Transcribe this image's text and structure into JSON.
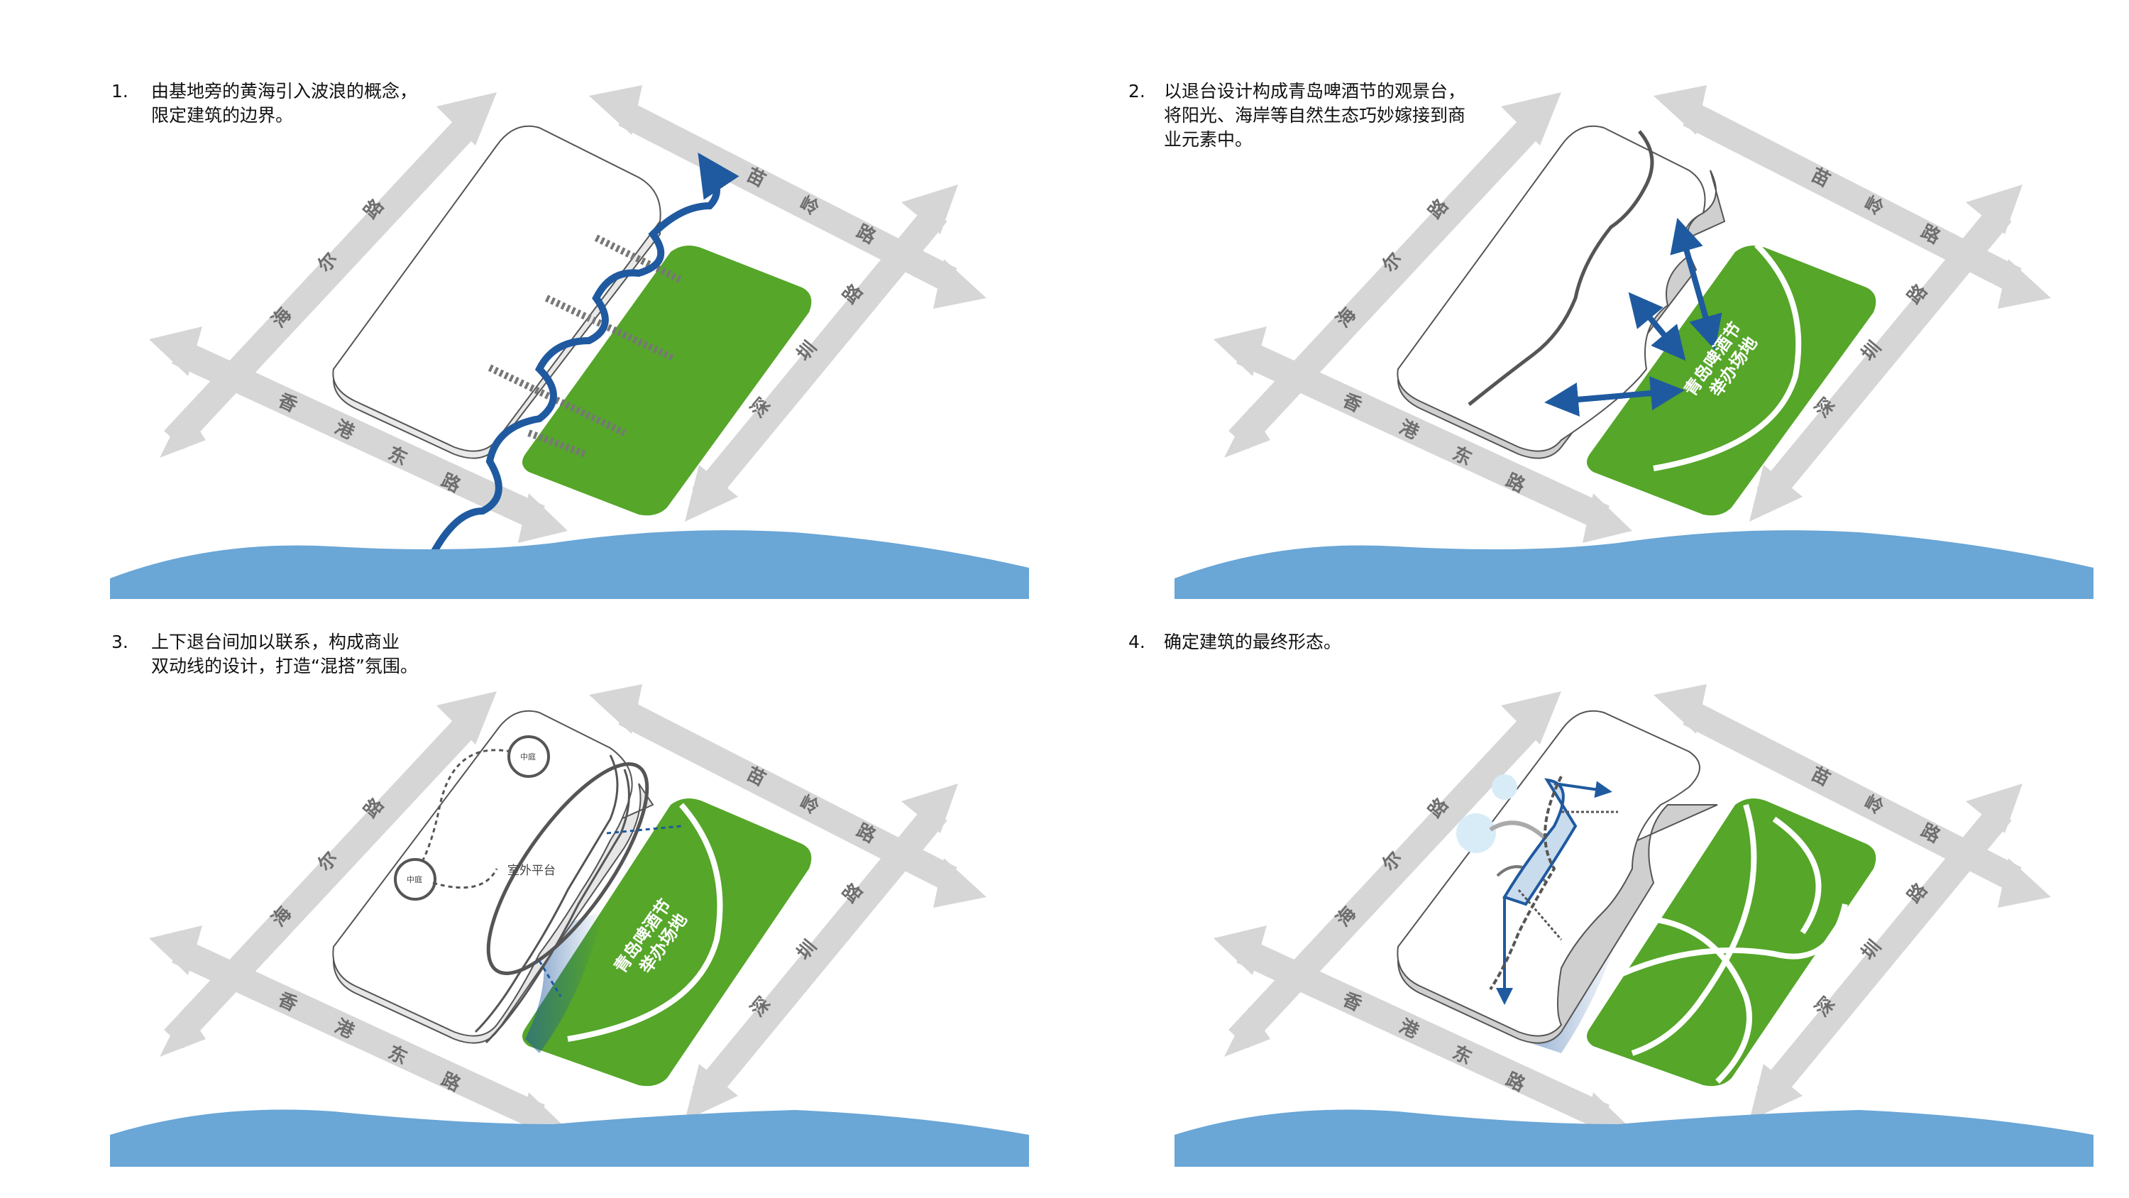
{
  "colors": {
    "sea": "#6aa6d6",
    "green": "#55a629",
    "road_arrow": "#d6d6d6",
    "road_text": "#6e6e6e",
    "wave_blue": "#1f5aa0",
    "building": "#ffffff",
    "outline": "#555555"
  },
  "roads": {
    "haier": "海尔路",
    "xianggang": "香港东路",
    "miaoling": "苗岭路",
    "shenzhen": "深圳路"
  },
  "panels": [
    {
      "number": "1.",
      "caption": "由基地旁的黄海引入波浪的概念，\n限定建筑的边界。"
    },
    {
      "number": "2.",
      "caption": "以退台设计构成青岛啤酒节的观景台，\n将阳光、海岸等自然生态巧妙嫁接到商\n业元素中。",
      "field_label": [
        "青岛啤酒节",
        "举办场地"
      ]
    },
    {
      "number": "3.",
      "caption": "上下退台间加以联系，构成商业\n双动线的设计，打造“混搭”氛围。",
      "field_label": [
        "青岛啤酒节",
        "举办场地"
      ],
      "node_labels": [
        "中庭",
        "中庭",
        "室外平台"
      ]
    },
    {
      "number": "4.",
      "caption": "确定建筑的最终形态。"
    }
  ]
}
